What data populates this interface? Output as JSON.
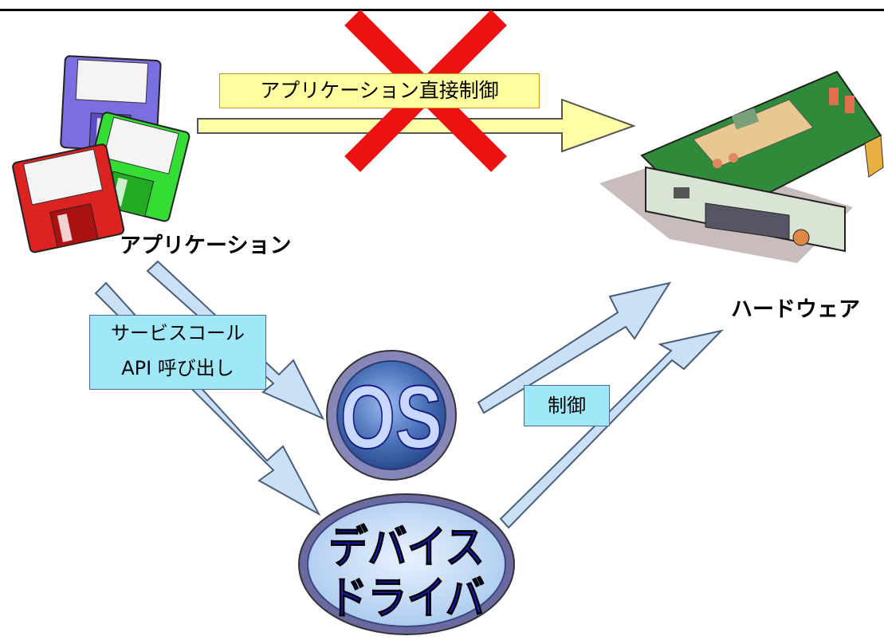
{
  "labels": {
    "direct_control": "アプリケーション直接制御",
    "application": "アプリケーション",
    "hardware": "ハードウェア",
    "service_call": "サービスコール",
    "api_call": "API 呼び出し",
    "control": "制御",
    "os": "OS",
    "device_driver_line1": "デバイス",
    "device_driver_line2": "ドライバ"
  },
  "colors": {
    "arrow_fill": "#c9e0f6",
    "arrow_yellow": "#ffffa8",
    "os_fill": "#4a72b8",
    "os_ring": "#7a7ab0",
    "driver_fill": "#bcd6f2",
    "text_blue": "#1a1ac8",
    "cross_red": "#ee1111"
  },
  "icons": [
    "floppy-disk-icon",
    "hardware-board-icon"
  ]
}
